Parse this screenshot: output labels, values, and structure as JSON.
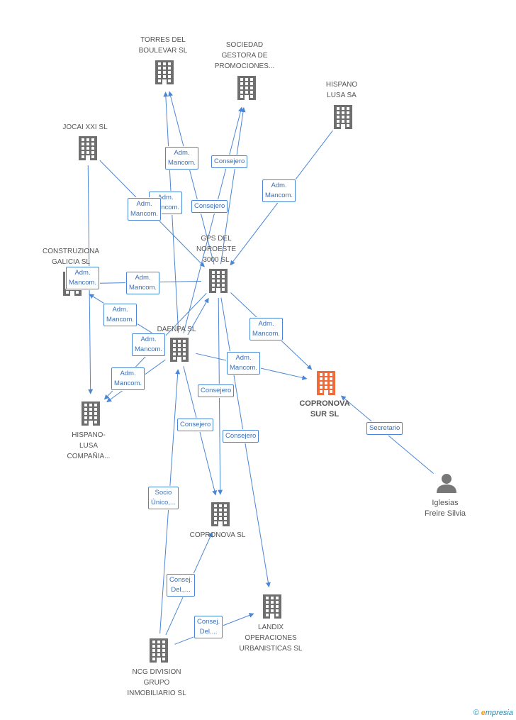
{
  "colors": {
    "edge": "#4a86d6",
    "building": "#6f6f6f",
    "main_building": "#f06a3a",
    "person": "#777777"
  },
  "nodes": [
    {
      "id": "torres",
      "label": "TORRES DEL\nBOULEVAR  SL",
      "type": "company"
    },
    {
      "id": "sociedad",
      "label": "SOCIEDAD\nGESTORA DE\nPROMOCIONES...",
      "type": "company"
    },
    {
      "id": "hispano_lusa",
      "label": "HISPANO\nLUSA SA",
      "type": "company"
    },
    {
      "id": "jocai",
      "label": "JOCAI XXI SL",
      "type": "company"
    },
    {
      "id": "gps",
      "label": "GPS DEL\nNOROESTE\n3000 SL",
      "type": "company"
    },
    {
      "id": "construziona",
      "label": "CONSTRUZIONA\nGALICIA SL",
      "type": "company"
    },
    {
      "id": "daenpa",
      "label": "DAENPA  SL",
      "type": "company"
    },
    {
      "id": "copronova_sur",
      "label": "COPRONOVA\nSUR SL",
      "type": "main"
    },
    {
      "id": "hispano_cia",
      "label": "HISPANO-\nLUSA\nCOMPAÑIA...",
      "type": "company"
    },
    {
      "id": "iglesias",
      "label": "Iglesias\nFreire Silvia",
      "type": "person"
    },
    {
      "id": "copronova",
      "label": "COPRONOVA SL",
      "type": "company"
    },
    {
      "id": "landix",
      "label": "LANDIX\nOPERACIONES\nURBANISTICAS SL",
      "type": "company"
    },
    {
      "id": "ncg",
      "label": "NCG DIVISION\nGRUPO\nINMOBILIARIO SL",
      "type": "company"
    }
  ],
  "edge_labels": [
    {
      "id": "e1",
      "text": "Adm.\nMancom."
    },
    {
      "id": "e2",
      "text": "Consejero"
    },
    {
      "id": "e3",
      "text": "Adm.\nMancom."
    },
    {
      "id": "e4",
      "text": "Adm.\nMancom."
    },
    {
      "id": "e5",
      "text": "Consejero"
    },
    {
      "id": "e6",
      "text": "Adm.\nMancom."
    },
    {
      "id": "e7",
      "text": "Adm.\nMancom."
    },
    {
      "id": "e8",
      "text": "Adm.\nMancom."
    },
    {
      "id": "e9",
      "text": "Adm.\nMancom."
    },
    {
      "id": "e10",
      "text": "Adm.\nMancom."
    },
    {
      "id": "e11",
      "text": "Adm.\nMancom."
    },
    {
      "id": "e12",
      "text": "Adm.\nMancom."
    },
    {
      "id": "e13",
      "text": "Adm.\nMancom."
    },
    {
      "id": "e14",
      "text": "Consejero"
    },
    {
      "id": "e15",
      "text": "Consejero"
    },
    {
      "id": "e16",
      "text": "Consejero"
    },
    {
      "id": "e17",
      "text": "Secretario"
    },
    {
      "id": "e18",
      "text": "Socio\nÚnico,..."
    },
    {
      "id": "e19",
      "text": "Consej.\nDel.,..."
    },
    {
      "id": "e20",
      "text": "Consej.\nDel...."
    }
  ],
  "footer": {
    "copyright": "©",
    "brand_e": "e",
    "brand_rest": "mpresia"
  }
}
